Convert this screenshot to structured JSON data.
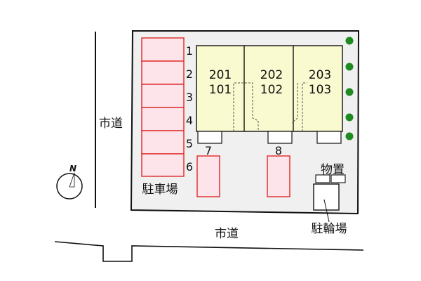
{
  "labels": {
    "road_left": "市道",
    "road_bottom": "市道",
    "parking_area": "駐車場",
    "storage": "物置",
    "bicycle_parking": "駐輪場",
    "compass_north": "N"
  },
  "parking_left": [
    "1",
    "2",
    "3",
    "4",
    "5",
    "6"
  ],
  "parking_bottom": [
    "7",
    "8"
  ],
  "units": [
    {
      "upper": "201",
      "lower": "101"
    },
    {
      "upper": "202",
      "lower": "102"
    },
    {
      "upper": "203",
      "lower": "103"
    }
  ],
  "colors": {
    "lot_fill": "#f0f0f0",
    "building_fill": "#fafad0",
    "parking_fill": "#fde4ea",
    "parking_stroke": "#e02828",
    "tree": "#1f8a1f",
    "line": "#111111"
  },
  "tree_count": 5
}
